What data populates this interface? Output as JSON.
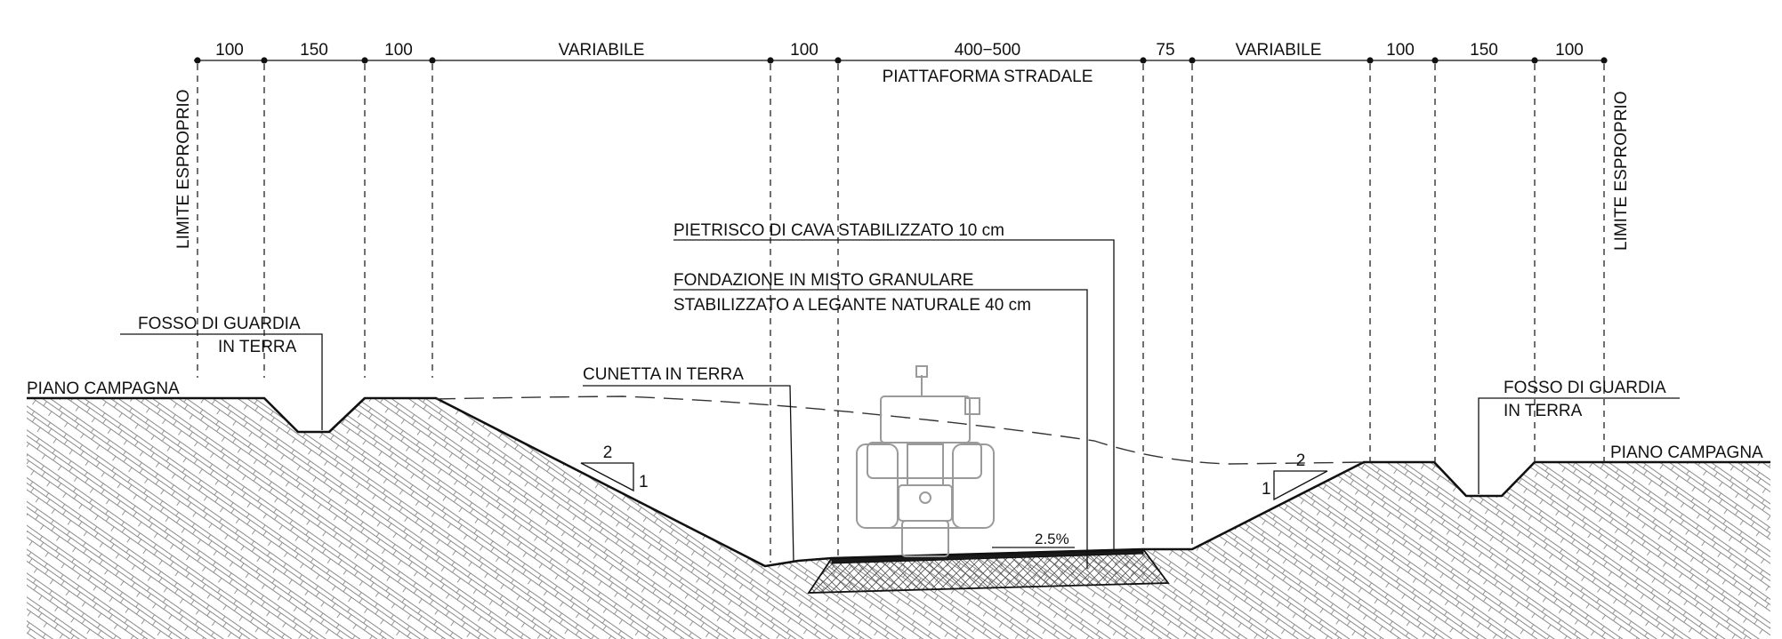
{
  "dimensions_left": [
    "100",
    "150",
    "100",
    "VARIABILE",
    "100"
  ],
  "dimensions_center": [
    "400−500",
    "75"
  ],
  "dimensions_right": [
    "VARIABILE",
    "100",
    "150",
    "100"
  ],
  "platform_label": "PIATTAFORMA STRADALE",
  "limit_label_left": "LIMITE ESPROPRIO",
  "limit_label_right": "LIMITE ESPROPRIO",
  "layers": {
    "top_layer": "PIETRISCO DI CAVA STABILIZZATO 10 cm",
    "foundation_line1": "FONDAZIONE IN MISTO GRANULARE",
    "foundation_line2": "STABILIZZATO A LEGANTE NATURALE 40 cm"
  },
  "ditch_left": {
    "line1": "FOSSO DI GUARDIA",
    "line2": "IN TERRA"
  },
  "ditch_right": {
    "line1": "FOSSO DI GUARDIA",
    "line2": "IN TERRA"
  },
  "cunetta_label": "CUNETTA IN TERRA",
  "ground_label_left": "PIANO CAMPAGNA",
  "ground_label_right": "PIANO CAMPAGNA",
  "slope_left": {
    "run": "2",
    "rise": "1"
  },
  "slope_right": {
    "run": "2",
    "rise": "1"
  },
  "crossfall": "2.5%"
}
